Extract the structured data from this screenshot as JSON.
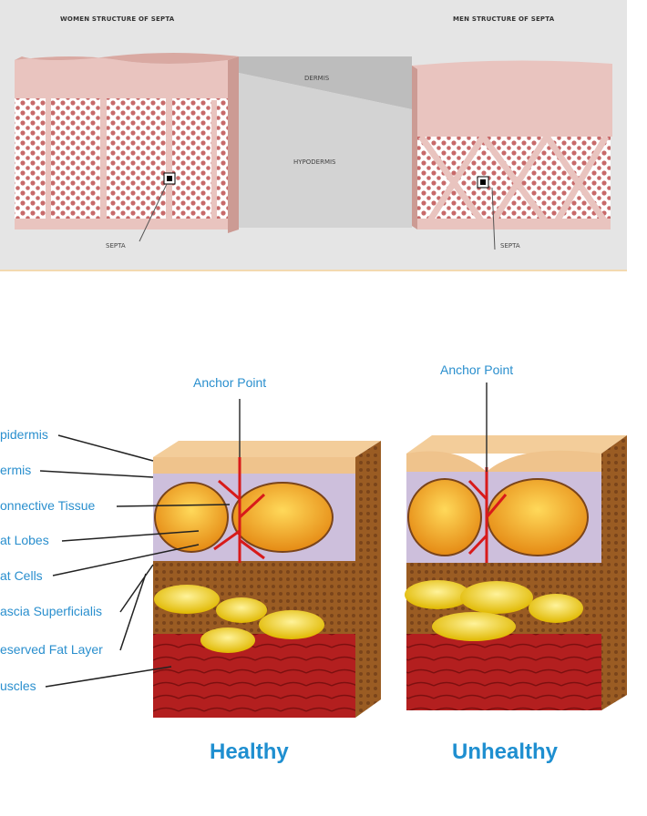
{
  "top": {
    "women_title": "WOMEN STRUCTURE OF SEPTA",
    "men_title": "MEN STRUCTURE OF SEPTA",
    "dermis": "DERMIS",
    "hypodermis": "HYPODERMIS",
    "septa_left": "SEPTA",
    "septa_right": "SEPTA"
  },
  "bottom": {
    "anchor_left": "Anchor Point",
    "anchor_right": "Anchor Point",
    "layers": [
      "pidermis",
      "ermis",
      "onnective Tissue",
      "at Lobes",
      "at Cells",
      "ascia Superficialis",
      "eserved Fat Layer",
      "uscles"
    ],
    "healthy": "Healthy",
    "unhealthy": "Unhealthy"
  },
  "colors": {
    "label_blue": "#2a8fce",
    "skin": "#e8c9a8",
    "septa_red": "#d02020",
    "fat_yellow": "#f2d21e",
    "muscle": "#a81e1e"
  }
}
